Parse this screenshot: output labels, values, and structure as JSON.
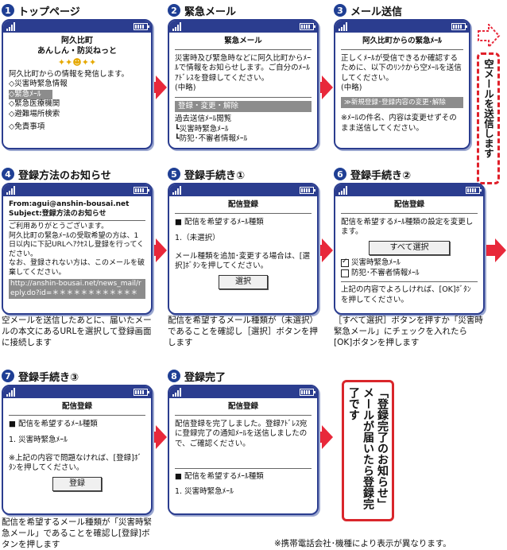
{
  "steps": [
    {
      "num": "1",
      "title": "トップページ",
      "screen": {
        "head1": "阿久比町",
        "head2": "あんしん・防災ねっと",
        "intro": "阿久比町からの情報を発信します。",
        "items": [
          "◇災害時緊急情報",
          "◇緊急ﾒｰﾙ",
          "◇緊急医療機関",
          "◇避難場所検索",
          "◇免責事項"
        ]
      }
    },
    {
      "num": "2",
      "title": "緊急メール",
      "screen": {
        "head": "緊急メール",
        "body": "災害時及び緊急時などに阿久比町からﾒｰﾙで情報をお知らせします。ご自分のﾒｰﾙｱﾄﾞﾚｽを登録してください。",
        "mid": "(中略)",
        "bar": "登録・変更・解除",
        "list": [
          "過去送信ﾒｰﾙ閲覧",
          "┗災害時緊急ﾒｰﾙ",
          "┗防犯･不審者情報ﾒｰﾙ"
        ]
      }
    },
    {
      "num": "3",
      "title": "メール送信",
      "screen": {
        "head": "阿久比町からの緊急ﾒｰﾙ",
        "body": "正しくﾒｰﾙが受信できるか確認するために、以下のﾘﾝｸから空ﾒｰﾙを送信してください。",
        "mid": "(中略)",
        "bar": "≫新規登録･登録内容の変更･解除",
        "note": "※ﾒｰﾙの件名、内容は変更せずそのまま送信してください。"
      }
    },
    {
      "num": "4",
      "title": "登録方法のお知らせ",
      "screen": {
        "from": "From:agui@anshin-bousai.net",
        "subject": "Subject:登録方法のお知らせ",
        "l1": "ご利用ありがとうございます。",
        "l2": "阿久比町の緊急ﾒｰﾙの受取希望の方は、1日以内に下記URLへｱｸｾｽし登録を行ってください。",
        "l3": "なお、登録されない方は、このメールを破棄してください。",
        "url": "http://anshin-bousai.net/news_mail/reply.do?id=＊＊＊＊＊＊＊＊＊＊＊＊"
      },
      "desc": "空メールを送信したあとに、届いたメールの本文にあるURLを選択して登録画面に接続します"
    },
    {
      "num": "5",
      "title": "登録手続き①",
      "screen": {
        "head": "配信登録",
        "sec": "■ 配信を希望するﾒｰﾙ種類",
        "sel": "1.（未選択）",
        "body": "メール種類を追加･変更する場合は、[選択]ﾎﾞﾀﾝを押してください。",
        "btn": "選択"
      },
      "desc": "配信を希望するメール種類が（未選択）であることを確認し［選択］ボタンを押します"
    },
    {
      "num": "6",
      "title": "登録手続き②",
      "screen": {
        "head": "配信登録",
        "body": "配信を希望するﾒｰﾙ種類の設定を変更します。",
        "btn": "すべて選択",
        "c1": "災害時緊急ﾒｰﾙ",
        "c2": "防犯･不審者情報ﾒｰﾙ",
        "note": "上記の内容でよろしければ、[OK]ﾎﾞﾀﾝを押してください。"
      },
      "desc": "［すべて選択］ボタンを押すか「災害時緊急メール」にチェックを入れたら[OK]ボタンを押します"
    },
    {
      "num": "7",
      "title": "登録手続き③",
      "screen": {
        "head": "配信登録",
        "sec": "■ 配信を希望するﾒｰﾙ種類",
        "sel": "1. 災害時緊急ﾒｰﾙ",
        "note": "※上記の内容で問題なければ、[登録]ﾎﾞﾀﾝを押してください。",
        "btn": "登録"
      },
      "desc": "配信を希望するメール種類が「災害時緊急メール」であることを確認し[登録]ボタンを押します"
    },
    {
      "num": "8",
      "title": "登録完了",
      "screen": {
        "head": "配信登録",
        "body": "配信登録を完了しました。登録ｱﾄﾞﾚｽ宛に登録完了の通知ﾒｰﾙを送信しましたので、ご確認ください。",
        "sec": "■ 配信を希望するﾒｰﾙ種類",
        "sel": "1. 災害時緊急ﾒｰﾙ"
      }
    }
  ],
  "side_box": "空メールを送信します",
  "final_box": "「登録完了のお知らせ」メールが届いたら登録完了です",
  "footnote": "※携帯電話会社･機種により表示が異なります。",
  "colors": {
    "frame": "#2b3d8f",
    "arrow": "#e8283a",
    "accent": "#d9262b"
  }
}
